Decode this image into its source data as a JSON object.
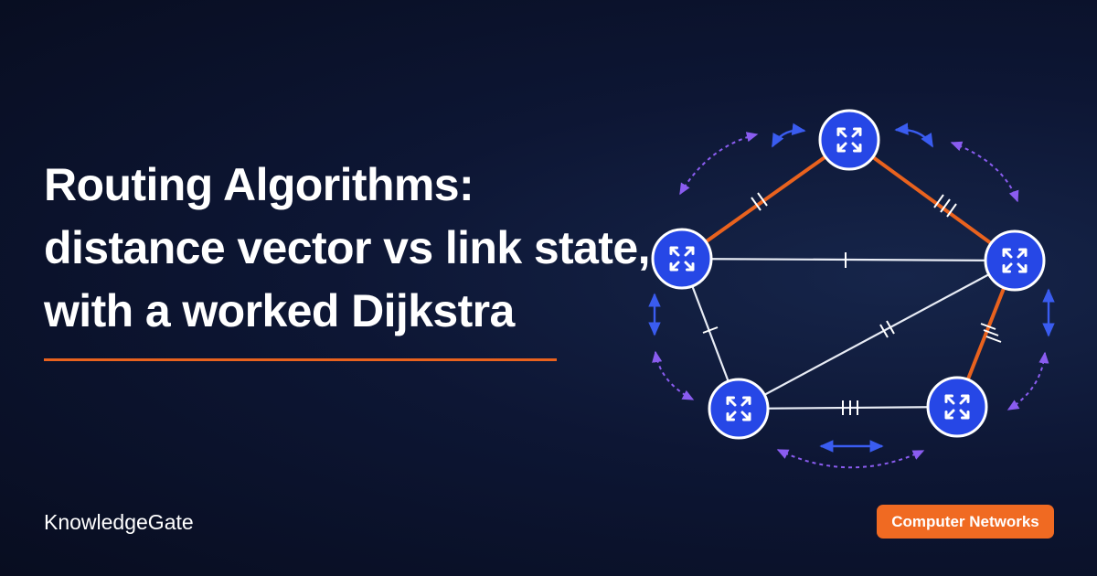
{
  "title": {
    "line1": "Routing Algorithms:",
    "line2": "distance vector vs link state,",
    "line3": "with a worked Dijkstra"
  },
  "brand": "KnowledgeGate",
  "tag": "Computer Networks",
  "colors": {
    "background": "#0b1430",
    "accent_orange": "#e9621e",
    "router_fill": "#2647e6",
    "blue_arrow": "#3a5cf0",
    "purple_dashed": "#8a5cf0",
    "link_white": "#e8ecf5"
  },
  "diagram": {
    "nodes": [
      {
        "id": "top",
        "icon": "router-icon"
      },
      {
        "id": "left",
        "icon": "router-icon"
      },
      {
        "id": "right",
        "icon": "router-icon"
      },
      {
        "id": "bottom-left",
        "icon": "router-icon"
      },
      {
        "id": "bottom-right",
        "icon": "router-icon"
      }
    ],
    "links": [
      {
        "from": "left",
        "to": "top",
        "ticks": 2,
        "highlighted": true
      },
      {
        "from": "top",
        "to": "right",
        "ticks": 3,
        "highlighted": true
      },
      {
        "from": "right",
        "to": "bottom-right",
        "ticks": 3,
        "highlighted": true
      },
      {
        "from": "left",
        "to": "right",
        "ticks": 1,
        "highlighted": false
      },
      {
        "from": "left",
        "to": "bottom-left",
        "ticks": 1,
        "highlighted": false
      },
      {
        "from": "bottom-left",
        "to": "right",
        "ticks": 2,
        "highlighted": false
      },
      {
        "from": "bottom-left",
        "to": "bottom-right",
        "ticks": 3,
        "highlighted": false
      }
    ]
  }
}
